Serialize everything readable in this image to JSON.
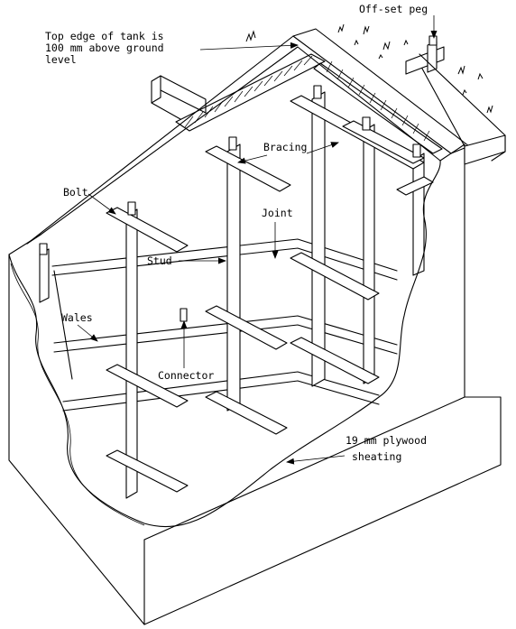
{
  "labels": {
    "offset_peg": "Off-set peg",
    "top_edge_1": "Top edge of tank is",
    "top_edge_2": "100 mm above ground",
    "top_edge_3": "level",
    "bracing": "Bracing",
    "bolt": "Bolt",
    "joint": "Joint",
    "stud": "Stud",
    "wales": "Wales",
    "connector": "Connector",
    "plywood_1": "19 mm plywood",
    "plywood_2": "sheating"
  }
}
